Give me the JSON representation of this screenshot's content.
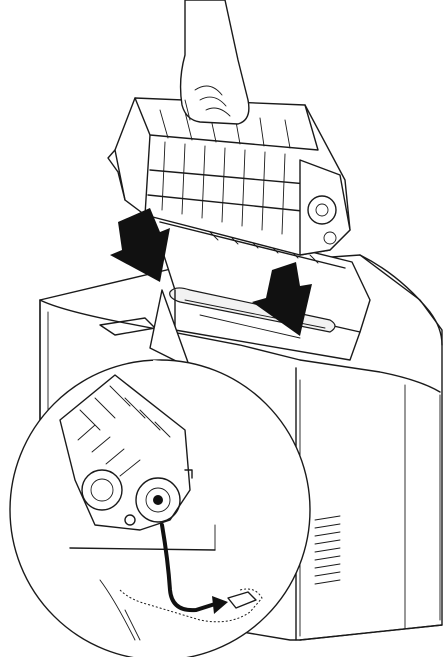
{
  "figure": {
    "subject": "toner-cartridge-installation",
    "icons": [
      "printer",
      "toner-cartridge",
      "hand",
      "push-down-arrow",
      "rotate-arrow",
      "magnified-detail"
    ]
  }
}
